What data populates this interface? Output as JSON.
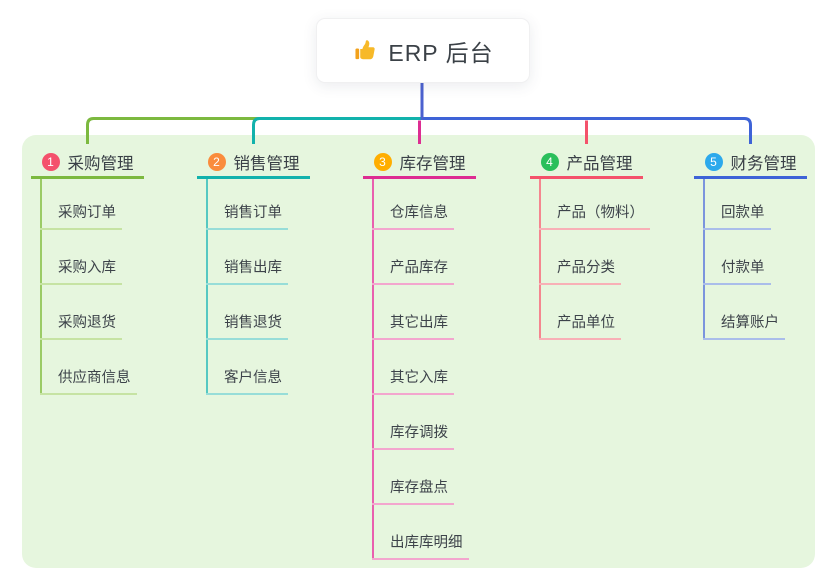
{
  "root": {
    "label": "ERP 后台",
    "icon": "thumbs-up-icon"
  },
  "canvas": {
    "background": "#ffffff",
    "panel_background": "#e6f6de",
    "trunk_color": "#4b61cf"
  },
  "branches": [
    {
      "badge": "1",
      "label": "采购管理",
      "name": "purchase",
      "color": "#7cb93f",
      "badge_color": "#f4516c",
      "spine_color": "#9bcb66",
      "leaf_line_color": "#c6e3a3",
      "children": [
        "采购订单",
        "采购入库",
        "采购退货",
        "供应商信息"
      ]
    },
    {
      "badge": "2",
      "label": "销售管理",
      "name": "sales",
      "color": "#12b2ac",
      "badge_color": "#fa8c3c",
      "spine_color": "#56c8c2",
      "leaf_line_color": "#97ddd8",
      "children": [
        "销售订单",
        "销售出库",
        "销售退货",
        "客户信息"
      ]
    },
    {
      "badge": "3",
      "label": "库存管理",
      "name": "inventory",
      "color": "#dd2d92",
      "badge_color": "#ffae00",
      "spine_color": "#e95fae",
      "leaf_line_color": "#f3a6ce",
      "children": [
        "仓库信息",
        "产品库存",
        "其它出库",
        "其它入库",
        "库存调拨",
        "库存盘点",
        "出库库明细"
      ]
    },
    {
      "badge": "4",
      "label": "产品管理",
      "name": "product",
      "color": "#f4526b",
      "badge_color": "#2abf5b",
      "spine_color": "#f5868f",
      "leaf_line_color": "#f8b0b6",
      "children": [
        "产品（物料）",
        "产品分类",
        "产品单位"
      ]
    },
    {
      "badge": "5",
      "label": "财务管理",
      "name": "finance",
      "color": "#3e63d7",
      "badge_color": "#2ca9ec",
      "spine_color": "#7b95dd",
      "leaf_line_color": "#aabdea",
      "children": [
        "回款单",
        "付款单",
        "结算账户"
      ]
    }
  ]
}
